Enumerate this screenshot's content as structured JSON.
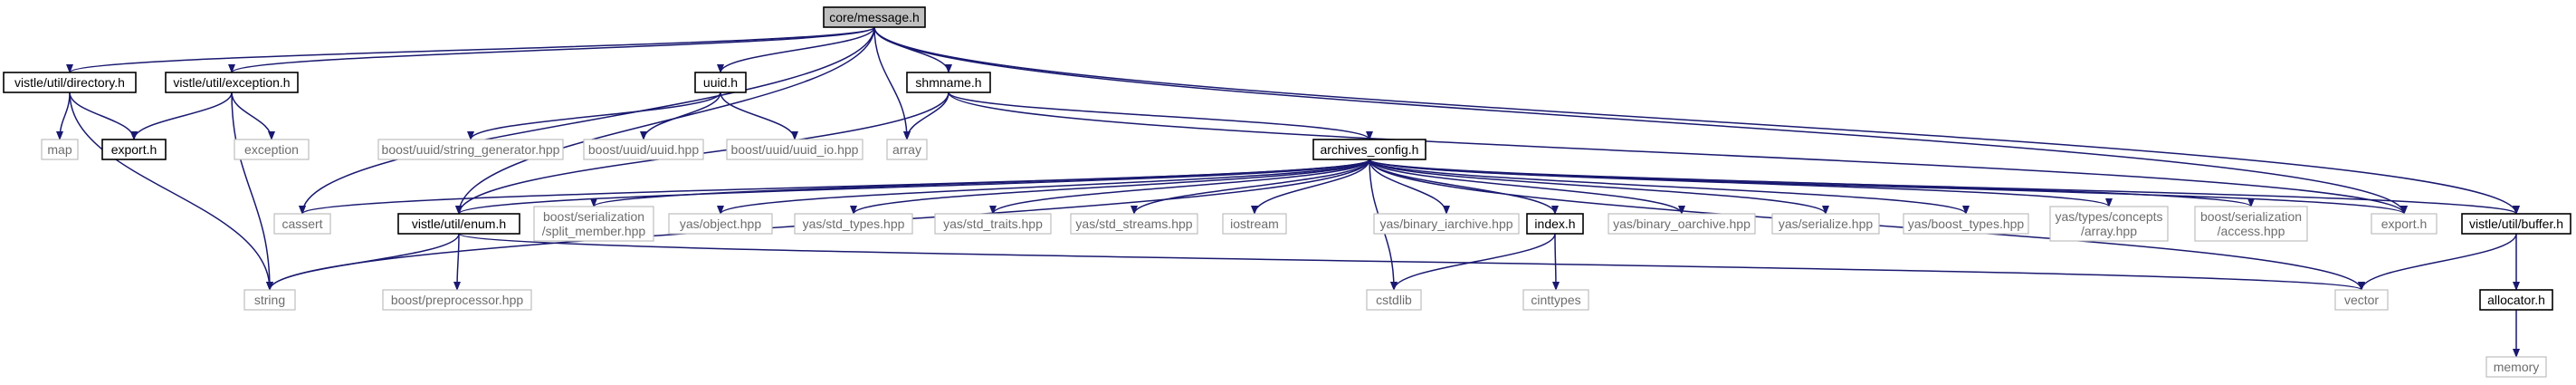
{
  "colors": {
    "edge": "#191970",
    "root_fill": "#bfbfbf",
    "internal_border": "#000000",
    "external_border": "#bfbfbf",
    "external_text": "#6d6d6d"
  },
  "nodes": {
    "message_h": {
      "label": "core/message.h",
      "kind": "root"
    },
    "directory_h": {
      "label": "vistle/util/directory.h",
      "kind": "internal"
    },
    "exception_h": {
      "label": "vistle/util/exception.h",
      "kind": "internal"
    },
    "uuid_h": {
      "label": "uuid.h",
      "kind": "internal"
    },
    "shmname_h": {
      "label": "shmname.h",
      "kind": "internal"
    },
    "map": {
      "label": "map",
      "kind": "external"
    },
    "export_h_util": {
      "label": "export.h",
      "kind": "internal"
    },
    "exception_std": {
      "label": "exception",
      "kind": "external"
    },
    "string_generator": {
      "label": "boost/uuid/string_generator.hpp",
      "kind": "external"
    },
    "uuid_hpp": {
      "label": "boost/uuid/uuid.hpp",
      "kind": "external"
    },
    "uuid_io": {
      "label": "boost/uuid/uuid_io.hpp",
      "kind": "external"
    },
    "array": {
      "label": "array",
      "kind": "external"
    },
    "archives_config": {
      "label": "archives_config.h",
      "kind": "internal"
    },
    "cassert": {
      "label": "cassert",
      "kind": "external"
    },
    "enum_h": {
      "label": "vistle/util/enum.h",
      "kind": "internal"
    },
    "split_member": {
      "label": "boost/serialization\n/split_member.hpp",
      "kind": "external"
    },
    "yas_object": {
      "label": "yas/object.hpp",
      "kind": "external"
    },
    "yas_std_types": {
      "label": "yas/std_types.hpp",
      "kind": "external"
    },
    "yas_std_traits": {
      "label": "yas/std_traits.hpp",
      "kind": "external"
    },
    "yas_std_streams": {
      "label": "yas/std_streams.hpp",
      "kind": "external"
    },
    "iostream": {
      "label": "iostream",
      "kind": "external"
    },
    "yas_binary_iarchive": {
      "label": "yas/binary_iarchive.hpp",
      "kind": "external"
    },
    "index_h": {
      "label": "index.h",
      "kind": "internal"
    },
    "yas_binary_oarchive": {
      "label": "yas/binary_oarchive.hpp",
      "kind": "external"
    },
    "yas_serialize": {
      "label": "yas/serialize.hpp",
      "kind": "external"
    },
    "yas_boost_types": {
      "label": "yas/boost_types.hpp",
      "kind": "external"
    },
    "yas_concepts_array": {
      "label": "yas/types/concepts\n/array.hpp",
      "kind": "external"
    },
    "access_hpp": {
      "label": "boost/serialization\n/access.hpp",
      "kind": "external"
    },
    "export_h_core": {
      "label": "export.h",
      "kind": "external"
    },
    "buffer_h": {
      "label": "vistle/util/buffer.h",
      "kind": "internal"
    },
    "string": {
      "label": "string",
      "kind": "external"
    },
    "preprocessor": {
      "label": "boost/preprocessor.hpp",
      "kind": "external"
    },
    "cstdlib": {
      "label": "cstdlib",
      "kind": "external"
    },
    "cinttypes": {
      "label": "cinttypes",
      "kind": "external"
    },
    "vector": {
      "label": "vector",
      "kind": "external"
    },
    "allocator_h": {
      "label": "allocator.h",
      "kind": "internal"
    },
    "memory": {
      "label": "memory",
      "kind": "external"
    }
  },
  "edges": [
    [
      "message_h",
      "directory_h"
    ],
    [
      "message_h",
      "exception_h"
    ],
    [
      "message_h",
      "uuid_h"
    ],
    [
      "message_h",
      "shmname_h"
    ],
    [
      "message_h",
      "cassert"
    ],
    [
      "message_h",
      "array"
    ],
    [
      "message_h",
      "enum_h"
    ],
    [
      "message_h",
      "export_h_core"
    ],
    [
      "message_h",
      "buffer_h"
    ],
    [
      "directory_h",
      "map"
    ],
    [
      "directory_h",
      "export_h_util"
    ],
    [
      "directory_h",
      "string"
    ],
    [
      "exception_h",
      "export_h_util"
    ],
    [
      "exception_h",
      "exception_std"
    ],
    [
      "exception_h",
      "string"
    ],
    [
      "uuid_h",
      "string_generator"
    ],
    [
      "uuid_h",
      "uuid_hpp"
    ],
    [
      "uuid_h",
      "uuid_io"
    ],
    [
      "shmname_h",
      "array"
    ],
    [
      "shmname_h",
      "archives_config"
    ],
    [
      "shmname_h",
      "enum_h"
    ],
    [
      "shmname_h",
      "export_h_core"
    ],
    [
      "archives_config",
      "cassert"
    ],
    [
      "archives_config",
      "enum_h"
    ],
    [
      "archives_config",
      "string"
    ],
    [
      "archives_config",
      "split_member"
    ],
    [
      "archives_config",
      "yas_object"
    ],
    [
      "archives_config",
      "yas_std_types"
    ],
    [
      "archives_config",
      "yas_std_traits"
    ],
    [
      "archives_config",
      "yas_std_streams"
    ],
    [
      "archives_config",
      "iostream"
    ],
    [
      "archives_config",
      "cstdlib"
    ],
    [
      "archives_config",
      "yas_binary_iarchive"
    ],
    [
      "archives_config",
      "index_h"
    ],
    [
      "archives_config",
      "yas_binary_oarchive"
    ],
    [
      "archives_config",
      "yas_serialize"
    ],
    [
      "archives_config",
      "yas_boost_types"
    ],
    [
      "archives_config",
      "yas_concepts_array"
    ],
    [
      "archives_config",
      "access_hpp"
    ],
    [
      "archives_config",
      "vector"
    ],
    [
      "archives_config",
      "export_h_core"
    ],
    [
      "archives_config",
      "buffer_h"
    ],
    [
      "enum_h",
      "string"
    ],
    [
      "enum_h",
      "preprocessor"
    ],
    [
      "enum_h",
      "vector"
    ],
    [
      "index_h",
      "cstdlib"
    ],
    [
      "index_h",
      "cinttypes"
    ],
    [
      "buffer_h",
      "vector"
    ],
    [
      "buffer_h",
      "allocator_h"
    ],
    [
      "allocator_h",
      "memory"
    ]
  ]
}
